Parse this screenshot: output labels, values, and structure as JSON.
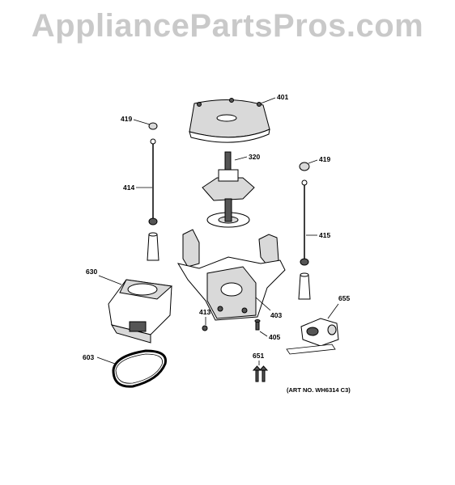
{
  "watermark": "AppliancePartsPros.com",
  "labels": {
    "p401": "401",
    "p419a": "419",
    "p419b": "419",
    "p320": "320",
    "p414": "414",
    "p415": "415",
    "p630": "630",
    "p413": "413",
    "p403": "403",
    "p405": "405",
    "p655": "655",
    "p603": "603",
    "p651": "651"
  },
  "art_number": "(ART NO. WH6314 C3)"
}
